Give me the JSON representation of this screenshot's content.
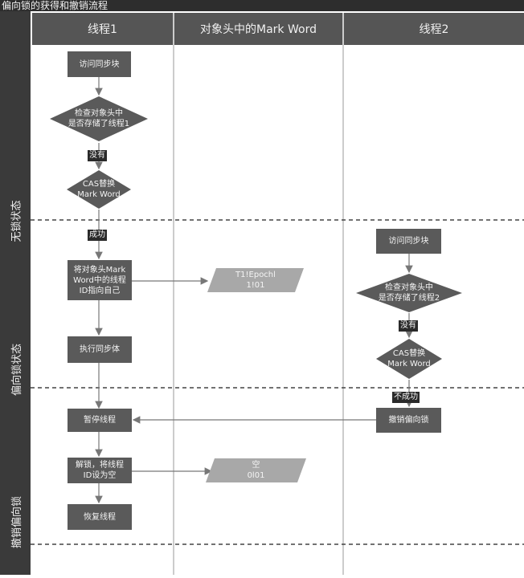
{
  "title": "偏向锁的获得和撤销流程",
  "lanes": [
    "线程1",
    "对象头中的Mark Word",
    "线程2"
  ],
  "states": [
    "无锁状态",
    "偏向锁状态",
    "撤销偏向锁"
  ],
  "nodes": {
    "t1_access": "访问同步块",
    "t1_check_1": "检查对象头中",
    "t1_check_2": "是否存储了线程1",
    "t1_cas_1": "CAS替换",
    "t1_cas_2": "Mark Word",
    "t1_set_1": "将对象头Mark",
    "t1_set_2": "Word中的线程",
    "t1_set_3": "ID指向自己",
    "t1_exec": "执行同步体",
    "t1_pause": "暂停线程",
    "t1_unlock_1": "解锁，将线程",
    "t1_unlock_2": "ID设为空",
    "t1_resume": "恢复线程",
    "mw1_1": "T1!Epochl",
    "mw1_2": "1!01",
    "mw2_1": "空",
    "mw2_2": "0l01",
    "t2_access": "访问同步块",
    "t2_check_1": "检查对象头中",
    "t2_check_2": "是否存储了线程2",
    "t2_cas_1": "CAS替换",
    "t2_cas_2": "Mark Word",
    "t2_revoke": "撤销偏向锁"
  },
  "tags": {
    "t1_no": "没有",
    "t1_success": "成功",
    "t2_no": "没有",
    "t2_fail": "不成功"
  },
  "colors": {
    "box": "#5a5a5a",
    "parallelogram": "#a8a8a8",
    "header": "#555555",
    "sidebar": "#3a3a3a"
  }
}
